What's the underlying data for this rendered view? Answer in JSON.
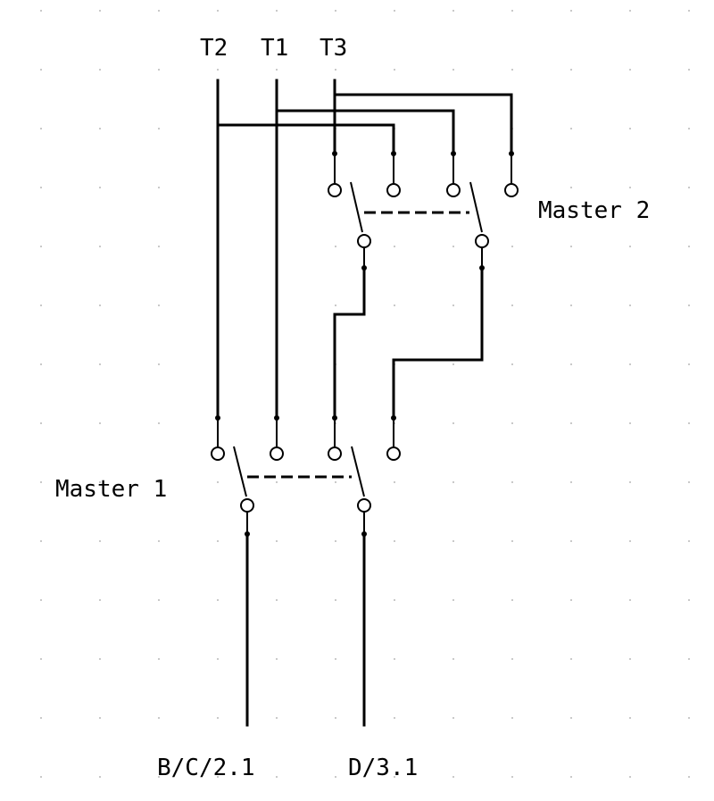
{
  "terminals": {
    "t2": "T2",
    "t1": "T1",
    "t3": "T3"
  },
  "switches": {
    "master1": "Master 1",
    "master2": "Master 2"
  },
  "outputs": {
    "left": "B/C/2.1",
    "right": "D/3.1"
  },
  "colors": {
    "line": "#000000",
    "grid": "#b8b8b8",
    "background": "#ffffff"
  }
}
